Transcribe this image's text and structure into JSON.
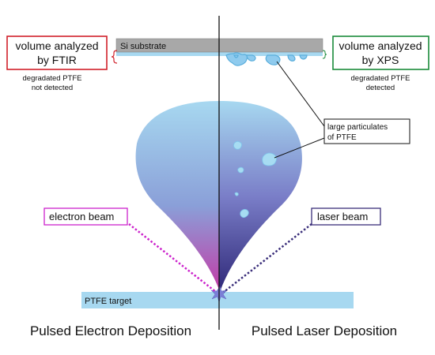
{
  "labels": {
    "substrate": "Si substrate",
    "ftir_box_line1": "volume analyzed",
    "ftir_box_line2": "by FTIR",
    "xps_box_line1": "volume analyzed",
    "xps_box_line2": "by XPS",
    "left_note_line1": "degradated PTFE",
    "left_note_line2": "not detected",
    "right_note_line1": "degradated PTFE",
    "right_note_line2": "detected",
    "particulates_line1": "large particulates",
    "particulates_line2": "of PTFE",
    "electron_beam": "electron beam",
    "laser_beam": "laser beam",
    "target": "PTFE target",
    "left_title": "Pulsed Electron Deposition",
    "right_title": "Pulsed Laser Deposition"
  },
  "colors": {
    "ftir_box": "#d0202a",
    "xps_box": "#1a8a3a",
    "electron_beam": "#cc22cc",
    "laser_beam": "#3a2e7a",
    "substrate": "#a8a8a8",
    "film": "#a7d8f0",
    "particle": "#8fcbee",
    "plume_top": "#a7d8f0",
    "plume_left_bottom": "#c43aa6",
    "plume_right_bottom": "#2f2878",
    "target": "#a7d8f0"
  }
}
